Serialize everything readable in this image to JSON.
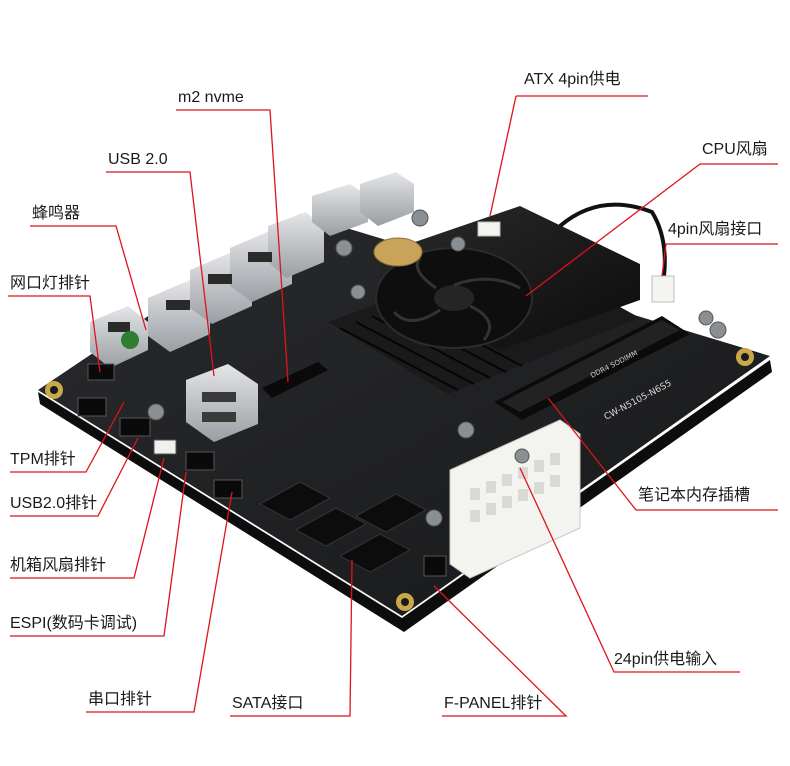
{
  "labels": {
    "m2_nvme": "m2 nvme",
    "usb20": "USB 2.0",
    "buzzer": "蜂鸣器",
    "lan_led_header": "网口灯排针",
    "tpm_header": "TPM排针",
    "usb20_header": "USB2.0排针",
    "chassis_fan_header": "机箱风扇排针",
    "espi": "ESPI(数码卡调试)",
    "serial_header": "串口排针",
    "sata_port": "SATA接口",
    "fpanel_header": "F-PANEL排针",
    "atx_4pin": "ATX 4pin供电",
    "cpu_fan": "CPU风扇",
    "fan_4pin": "4pin风扇接口",
    "sodimm_slot": "笔记本内存插槽",
    "atx_24pin": "24pin供电输入"
  },
  "board_text": {
    "silk_model": "CW-N5105-N6S5",
    "slot_label": "DDR4 SODIMM"
  },
  "colors": {
    "leader_line": "#e0131a",
    "board": "#1e1f22",
    "heatsink": "#141414",
    "sata": "#0c0c0c",
    "atx_connector": "#f3f3f0"
  }
}
